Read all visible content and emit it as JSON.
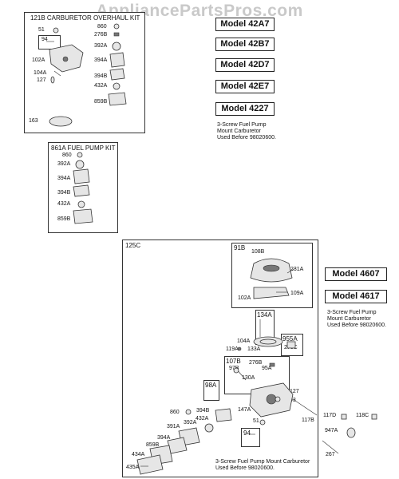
{
  "watermark": "AppliancePartsPros.com",
  "kit_carb": {
    "title": "121B CARBURETOR OVERHAUL KIT",
    "labels": {
      "p51": "51",
      "p94": "94",
      "p102A": "102A",
      "p104A": "104A",
      "p127": "127",
      "p163": "163",
      "p860": "860",
      "p276B": "276B",
      "p392A": "392A",
      "p394A": "394A",
      "p394B": "394B",
      "p432A": "432A",
      "p859B": "859B"
    }
  },
  "kit_pump": {
    "title": "861A FUEL PUMP KIT",
    "labels": {
      "p860": "860",
      "p392A": "392A",
      "p394A": "394A",
      "p394B": "394B",
      "p432A": "432A",
      "p859B": "859B"
    }
  },
  "models_top": [
    "Model 42A7",
    "Model 42B7",
    "Model 42D7",
    "Model 42E7",
    "Model 4227"
  ],
  "note_top": [
    "3-Screw Fuel Pump",
    "Mount Carburetor",
    "Used Before 98020600."
  ],
  "models_right": [
    "Model 4607",
    "Model 4617"
  ],
  "note_right": [
    "3-Screw Fuel Pump",
    "Mount Carburetor",
    "Used Before 98020600."
  ],
  "main": {
    "title": "125C",
    "sub_91B": "91B",
    "sub_134A": "134A",
    "sub_955A": "955A",
    "sub_107B": "107B",
    "sub_98A": "98A",
    "sub_94": "94",
    "labels": {
      "p108B": "108B",
      "p231A": "231A",
      "p102A": "102A",
      "p109A": "109A",
      "p104A": "104A",
      "p119A": "119A",
      "p133A": "133A",
      "p276C": "276C",
      "p276B": "276B",
      "p97B": "97B",
      "p95A": "95A",
      "p130A": "130A",
      "p127": "127",
      "p93": "93",
      "p147A": "147A",
      "p51": "51",
      "p117B": "117B",
      "p117D": "117D",
      "p118C": "118C",
      "p947A": "947A",
      "p267": "267",
      "p860": "860",
      "p394B": "394B",
      "p391A": "391A",
      "p432A": "432A",
      "p392A": "392A",
      "p859B": "859B",
      "p394A": "394A",
      "p434A": "434A",
      "p435A": "435A"
    },
    "caption": [
      "3-Screw Fuel Pump Mount Carburetor",
      "Used Before 98020600."
    ]
  }
}
